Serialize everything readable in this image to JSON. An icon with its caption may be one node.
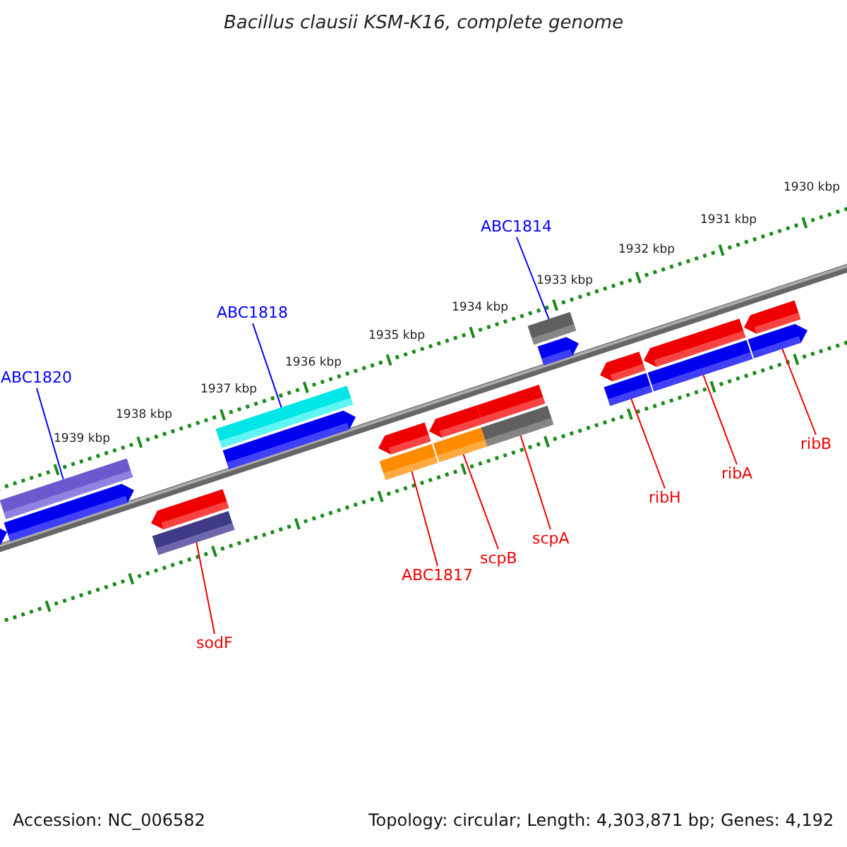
{
  "diagram": {
    "title": "Bacillus clausii KSM-K16, complete genome",
    "nodes": [
      {
        "text": [
          "ABC1814"
        ]
      },
      {
        "text": [
          "ABC1818"
        ]
      },
      {
        "text": [
          "ABC1820"
        ]
      },
      {
        "text": [
          "ribB"
        ]
      },
      {
        "text": [
          "ribA"
        ]
      },
      {
        "text": [
          "ribH"
        ]
      },
      {
        "text": [
          "scpA"
        ]
      },
      {
        "text": [
          "scpB"
        ]
      },
      {
        "text": [
          "ABC1817"
        ]
      },
      {
        "text": [
          "sodF"
        ]
      },
      {
        "text": [],
        "shape": "bar"
      },
      {
        "text": [],
        "shape": "bar"
      },
      {
        "text": [],
        "shape": "bar"
      },
      {
        "text": [],
        "shape": "bar"
      },
      {
        "text": [],
        "shape": "bar"
      },
      {
        "text": [],
        "shape": "bar"
      },
      {
        "text": [],
        "shape": "bar"
      },
      {
        "text": [],
        "shape": "bar"
      },
      {
        "text": [],
        "shape": "bar"
      },
      {
        "text": [],
        "shape": "bar"
      }
    ],
    "edges": [
      {
        "from": 0,
        "to": 16,
        "arrow": "none",
        "color": "#0000ff"
      },
      {
        "from": 1,
        "to": 12,
        "arrow": "none",
        "color": "#0000ff"
      },
      {
        "from": 2,
        "to": 10,
        "arrow": "none",
        "color": "#0000ff"
      },
      {
        "from": 3,
        "to": 19,
        "arrow": "none"
      },
      {
        "from": 4,
        "to": 18,
        "arrow": "none"
      },
      {
        "from": 5,
        "to": 17,
        "arrow": "none"
      },
      {
        "from": 6,
        "to": 15,
        "arrow": "none"
      },
      {
        "from": 7,
        "to": 14,
        "arrow": "none"
      },
      {
        "from": 8,
        "to": 13,
        "arrow": "none"
      },
      {
        "from": 9,
        "to": 11,
        "arrow": "none"
      }
    ],
    "labels": [
      "1930 kbp",
      "1931 kbp",
      "1932 kbp",
      "1933 kbp",
      "1934 kbp",
      "1935 kbp",
      "1936 kbp",
      "1937 kbp",
      "1938 kbp",
      "1939 kbp",
      "Accession: NC_006582",
      "Topology: circular; Length: 4,303,871 bp; Genes: 4,192"
    ]
  }
}
